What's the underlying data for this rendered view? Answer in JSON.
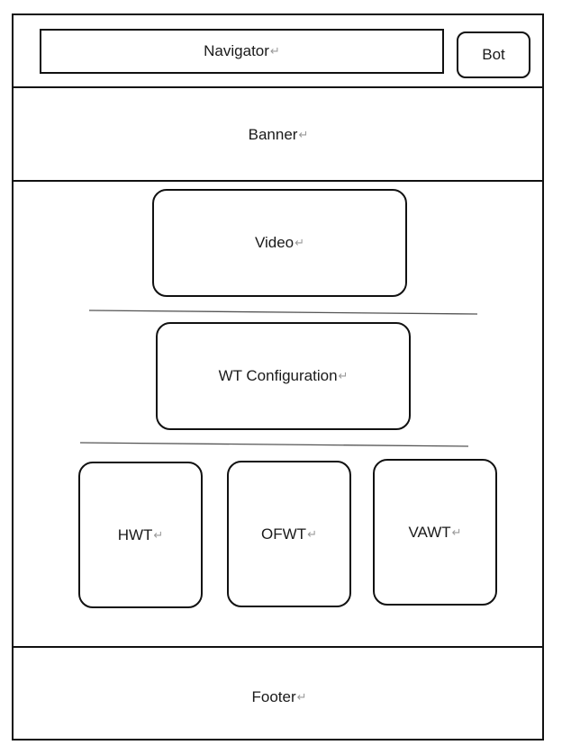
{
  "header": {
    "navigator_label": "Navigator",
    "bot_label": "Bot"
  },
  "banner": {
    "label": "Banner"
  },
  "main": {
    "video_label": "Video",
    "configuration_label": "WT Configuration",
    "turbines": [
      {
        "label": "HWT"
      },
      {
        "label": "OFWT"
      },
      {
        "label": "VAWT"
      }
    ]
  },
  "footer": {
    "label": "Footer"
  },
  "paragraph_mark": "↵"
}
